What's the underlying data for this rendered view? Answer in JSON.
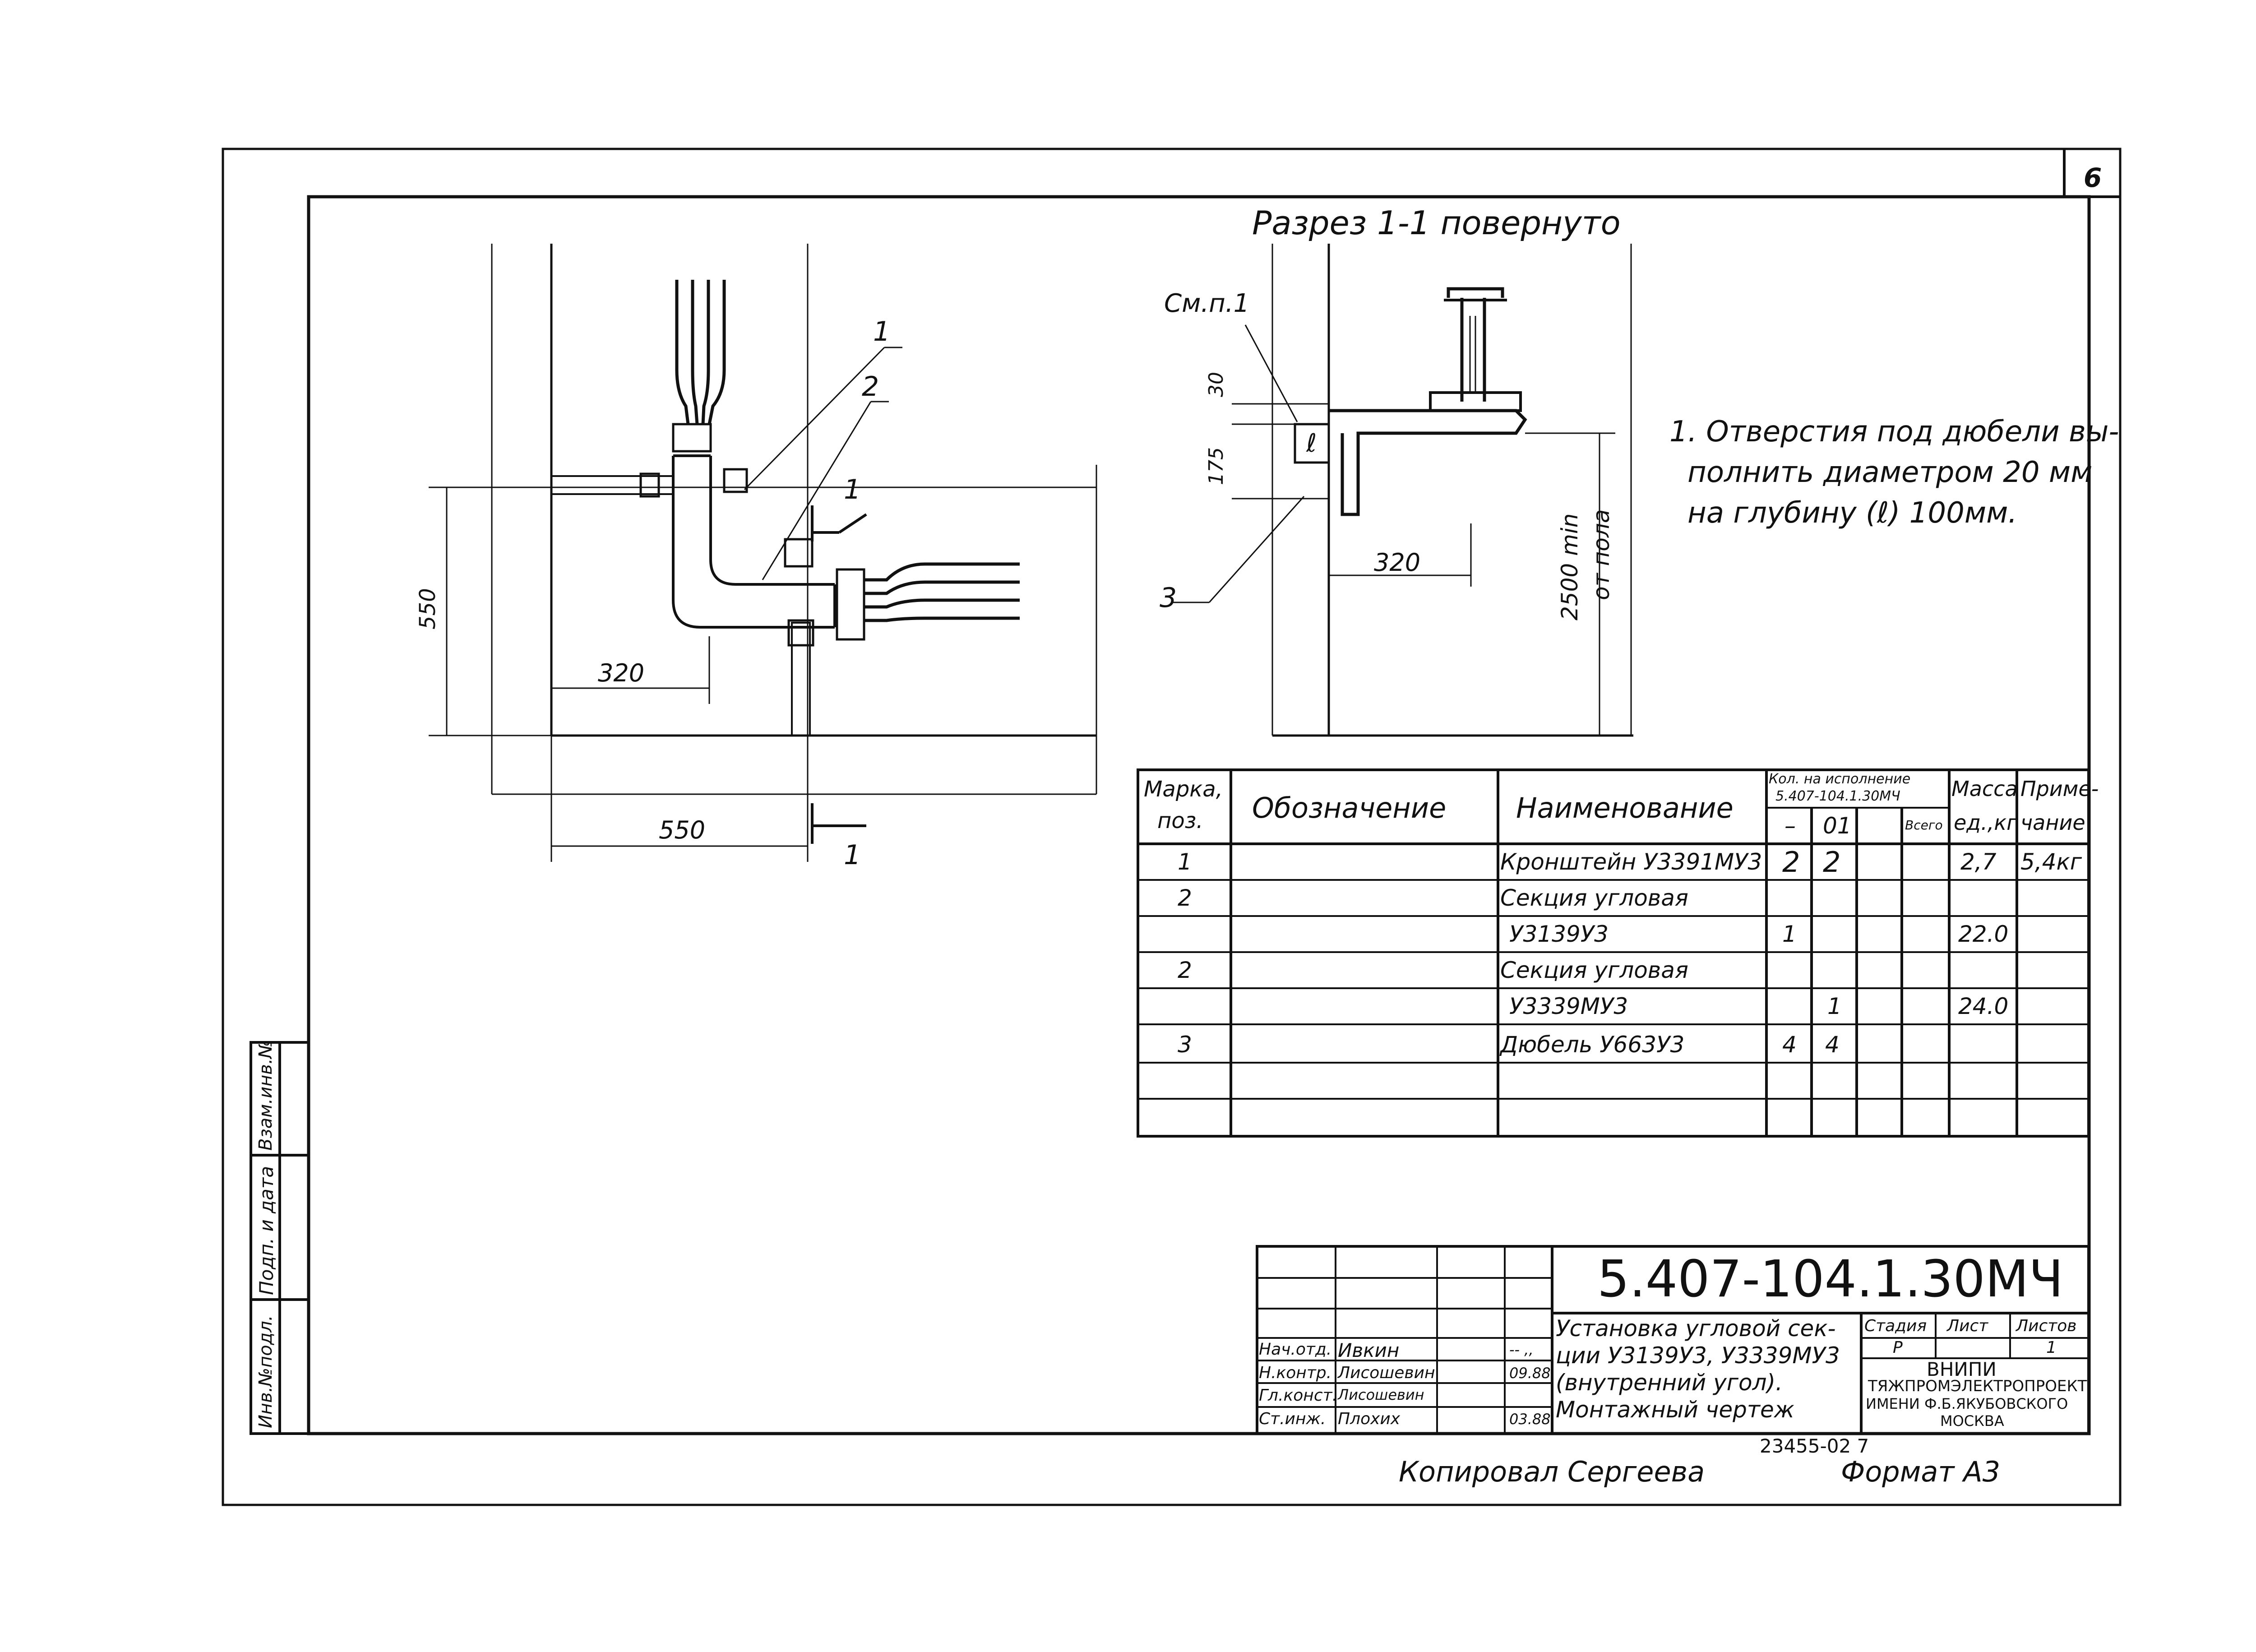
{
  "sheet_number": "6",
  "section_title": "Разрез 1-1 повернуто",
  "callouts": {
    "see_note": "См.п.1",
    "l_label": "ℓ"
  },
  "positions": {
    "p1": "1",
    "p2": "2",
    "p3": "3"
  },
  "section_markers": {
    "top": "1",
    "bottom": "1"
  },
  "dimensions": {
    "plan_vertical": "550",
    "plan_horizontal_inner": "320",
    "plan_horizontal_outer": "550",
    "section_30": "30",
    "section_175": "175",
    "section_320": "320",
    "height_line1": "2500 min",
    "height_line2": "от пола"
  },
  "note": {
    "line1": "1. Отверстия под дюбели вы-",
    "line2": "полнить диаметром 20 мм",
    "line3": "на глубину (ℓ) 100мм."
  },
  "spec_table": {
    "headers": {
      "mark_line1": "Марка,",
      "mark_line2": "поз.",
      "designation": "Обозначение",
      "name": "Наименование",
      "qty_line1": "Кол. на исполнение",
      "qty_line2": "5.407-104.1.30МЧ",
      "qty_a": "–",
      "qty_b": "01",
      "qty_total": "Всего",
      "mass_line1": "Масса",
      "mass_line2": "ед.,кг",
      "note_line1": "Приме-",
      "note_line2": "чание"
    },
    "rows": [
      {
        "mark": "1",
        "name": "Кронштейн У3391МУ3",
        "qty_a": "2",
        "qty_b": "2",
        "mass": "2,7",
        "note": "5,4кг"
      },
      {
        "mark": "2",
        "name": "Секция угловая",
        "qty_a": "",
        "qty_b": "",
        "mass": "",
        "note": ""
      },
      {
        "mark": "",
        "name": "У3139У3",
        "qty_a": "1",
        "qty_b": "",
        "mass": "22.0",
        "note": ""
      },
      {
        "mark": "2",
        "name": "Секция угловая",
        "qty_a": "",
        "qty_b": "",
        "mass": "",
        "note": ""
      },
      {
        "mark": "",
        "name": "У3339МУ3",
        "qty_a": "",
        "qty_b": "1",
        "mass": "24.0",
        "note": ""
      },
      {
        "mark": "3",
        "name": "Дюбель У663У3",
        "qty_a": "4",
        "qty_b": "4",
        "mass": "",
        "note": ""
      },
      {
        "mark": "",
        "name": "",
        "qty_a": "",
        "qty_b": "",
        "mass": "",
        "note": ""
      },
      {
        "mark": "",
        "name": "",
        "qty_a": "",
        "qty_b": "",
        "mass": "",
        "note": ""
      }
    ]
  },
  "title_block": {
    "doc_code": "5.407-104.1.30МЧ",
    "title_line1": "Установка угловой сек-",
    "title_line2": "ции У3139У3, У3339МУ3",
    "title_line3": "(внутренний угол).",
    "title_line4": "Монтажный чертеж",
    "stage_label": "Стадия",
    "sheet_label": "Лист",
    "sheets_label": "Листов",
    "stage_value": "Р",
    "sheets_value": "1",
    "org_line1": "ВНИПИ",
    "org_line2": "ТЯЖПРОМЭЛЕКТРОПРОЕКТ",
    "org_line3": "ИМЕНИ Ф.Б.ЯКУБОВСКОГО",
    "org_line4": "МОСКВА",
    "signatures": [
      {
        "role": "Нач.отд.",
        "name": "Ивкин",
        "date": "-- ,,"
      },
      {
        "role": "Н.контр.",
        "name": "Лисошевин",
        "date": "09.88"
      },
      {
        "role": "Гл.конст.",
        "name": "Лисошевин",
        "date": ""
      },
      {
        "role": "Ст.инж.",
        "name": "Плохих",
        "date": "03.88"
      }
    ]
  },
  "side_stamp": {
    "inv_no": "Инв.№подл.",
    "sign_date": "Подп. и дата",
    "replace_inv": "Взам.инв.№"
  },
  "copied_by": "Копировал Сергеева",
  "format": "Формат А3",
  "archive_no": "23455-02 7"
}
